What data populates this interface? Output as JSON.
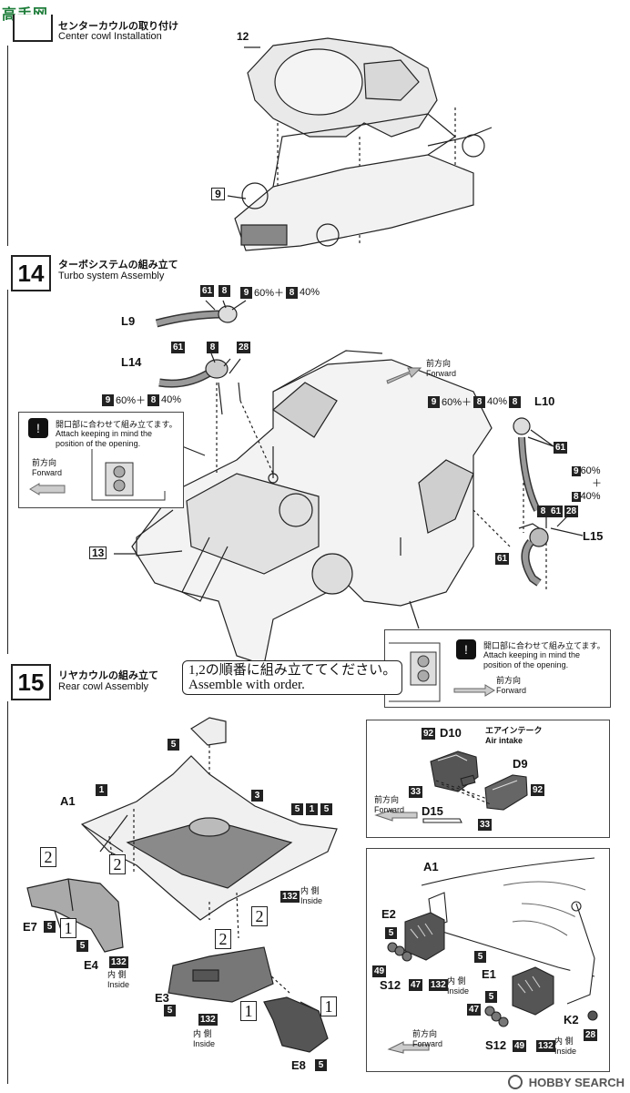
{
  "watermark_top": {
    "text": "高手网"
  },
  "watermark_bottom": {
    "text": "HOBBY SEARCH"
  },
  "step13": {
    "jp": "センターカウルの取り付け",
    "en": "Center cowl Installation",
    "parts": [
      "12",
      "9"
    ]
  },
  "step14": {
    "num": "14",
    "jp": "ターボシステムの組み立て",
    "en": "Turbo system Assembly",
    "labels": {
      "l9": "L9",
      "l14": "L14",
      "l10": "L10",
      "l15": "L15",
      "p13": "13"
    },
    "parts": {
      "p61": "61",
      "p8": "8",
      "p9": "9",
      "p28": "28"
    },
    "ratio_a": "60%＋",
    "ratio_b": "40%",
    "forward_jp": "前方向",
    "forward_en": "Forward",
    "note": {
      "jp": "開口部に合わせて組み立てます。",
      "en": "Attach keeping in mind the position of the opening."
    }
  },
  "step15": {
    "num": "15",
    "jp": "リヤカウルの組み立て",
    "en": "Rear cowl Assembly",
    "order_jp": "1,2の順番に組み立ててください。",
    "order_en": "Assemble with order.",
    "labels": {
      "a1": "A1",
      "e7": "E7",
      "e4": "E4",
      "e3": "E3",
      "e8": "E8",
      "e2": "E2",
      "e1": "E1",
      "s12": "S12",
      "k2": "K2",
      "d10": "D10",
      "d9": "D9",
      "d15": "D15"
    },
    "parts": {
      "p1": "1",
      "p3": "3",
      "p5": "5",
      "p132": "132",
      "p92": "92",
      "p33": "33",
      "p49": "49",
      "p47": "47",
      "p28": "28"
    },
    "seq": {
      "one": "1",
      "two": "2"
    },
    "inside_jp": "内 側",
    "inside_en": "Inside",
    "air_intake_jp": "エアインテーク",
    "air_intake_en": "Air intake",
    "forward_jp": "前方向",
    "forward_en": "Forward"
  }
}
